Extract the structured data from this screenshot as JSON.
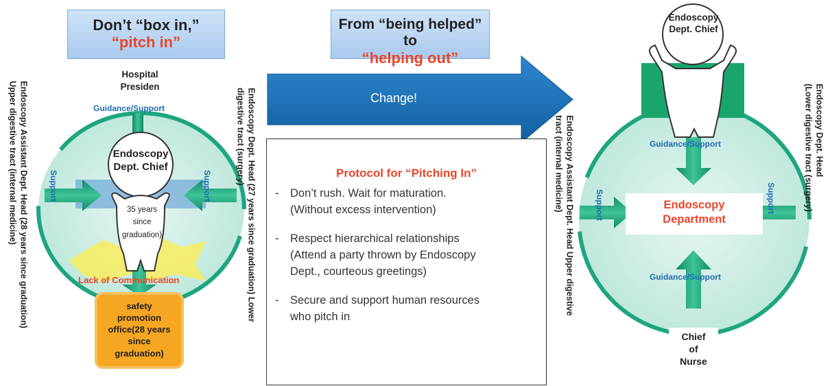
{
  "left": {
    "title_line1": "Don’t “box in,”",
    "title_line2": "“pitch in”",
    "hospital_president": "Hospital\nPresiden",
    "guidance_support": "Guidance/Support",
    "support_left": "Support",
    "support_right": "Support",
    "chief_label": "Endoscopy\nDept. Chief",
    "years_label": "35 years\nsince\ngraduation)",
    "lack_of_communication": "Lack of Communication",
    "safety_office": "safety\npromotion\noffice(28 years\nsince\ngraduation)",
    "left_side_text": "Endoscopy Assistant Dept. Head (28 years since graduation)\nUpper digestive tract (internal medicine)",
    "right_side_text": "Endoscopy Dept. Head (27 years since graduation) Lower\ndigestive tract (surgery)"
  },
  "middle": {
    "title_line1": "From “being helped” to",
    "title_line2": "“helping out”",
    "change_label": "Change!",
    "protocol_title": "Protocol for “Pitching In”",
    "protocol_items": [
      "Don’t rush. Wait for maturation.\n(Without excess intervention)",
      "Respect hierarchical relationships\n(Attend a party thrown by Endoscopy\nDept., courteous greetings)",
      "Secure and support human resources\nwho pitch in"
    ]
  },
  "right": {
    "chief_label": "Endoscopy\nDept. Chief",
    "guidance_support_top": "Guidance/Support",
    "guidance_support_bottom": "Guidance/Support",
    "support_left": "Support",
    "support_right": "Support",
    "center_label": "Endoscopy\nDepartment",
    "chief_of_nurse": "Chief\nof\nNurse",
    "left_side_text": "Endoscopy Assistant Dept. Head Upper digestive\ntract (internal medicine)",
    "right_side_text": "Endoscopy Dept. Head\n(Lower digestive tract (surgery)"
  },
  "colors": {
    "teal": "#1fa57f",
    "blue_arrow": "#1a6fb8",
    "red": "#e8462a",
    "orange": "#f5a623"
  }
}
